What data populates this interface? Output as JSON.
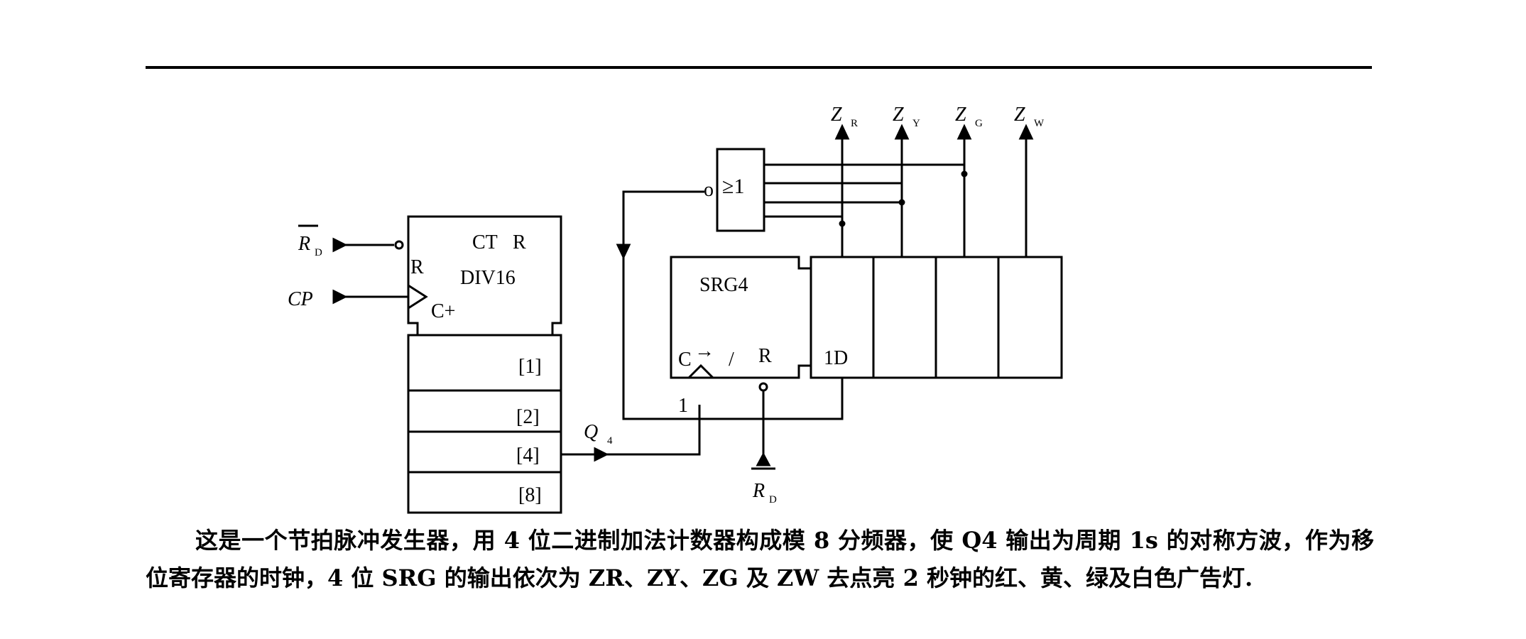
{
  "circuit": {
    "counter": {
      "label_ct": "CT",
      "label_r_top": "R",
      "label_div": "DIV16",
      "label_r_side": "R",
      "label_clock": "C+",
      "outputs": [
        "[1]",
        "[2]",
        "[4]",
        "[8]"
      ]
    },
    "inputs": {
      "rd_main": "R",
      "rd_sub": "D",
      "cp": "CP"
    },
    "q4": {
      "main": "Q",
      "sub": "4"
    },
    "or_gate": {
      "label": "≥1",
      "inv": "o"
    },
    "shift_register": {
      "label": "SRG4",
      "clock": "C",
      "arrow": "→",
      "slash": "/",
      "reset": "R",
      "one": "1",
      "reset_inv": "o",
      "data_in": "1D"
    },
    "rd_bottom": {
      "main": "R",
      "sub": "D"
    },
    "outputs": [
      {
        "main": "Z",
        "sub": "R"
      },
      {
        "main": "Z",
        "sub": "Y"
      },
      {
        "main": "Z",
        "sub": "G"
      },
      {
        "main": "Z",
        "sub": "W"
      }
    ]
  },
  "caption": {
    "text": "这是一个节拍脉冲发生器，用 4 位二进制加法计数器构成模 8 分频器，使 Q4 输出为周期 1s 的对称方波，作为移位寄存器的时钟，4 位 SRG 的输出依次为 ZR、ZY、ZG 及 ZW 去点亮 2 秒钟的红、黄、绿及白色广告灯."
  }
}
